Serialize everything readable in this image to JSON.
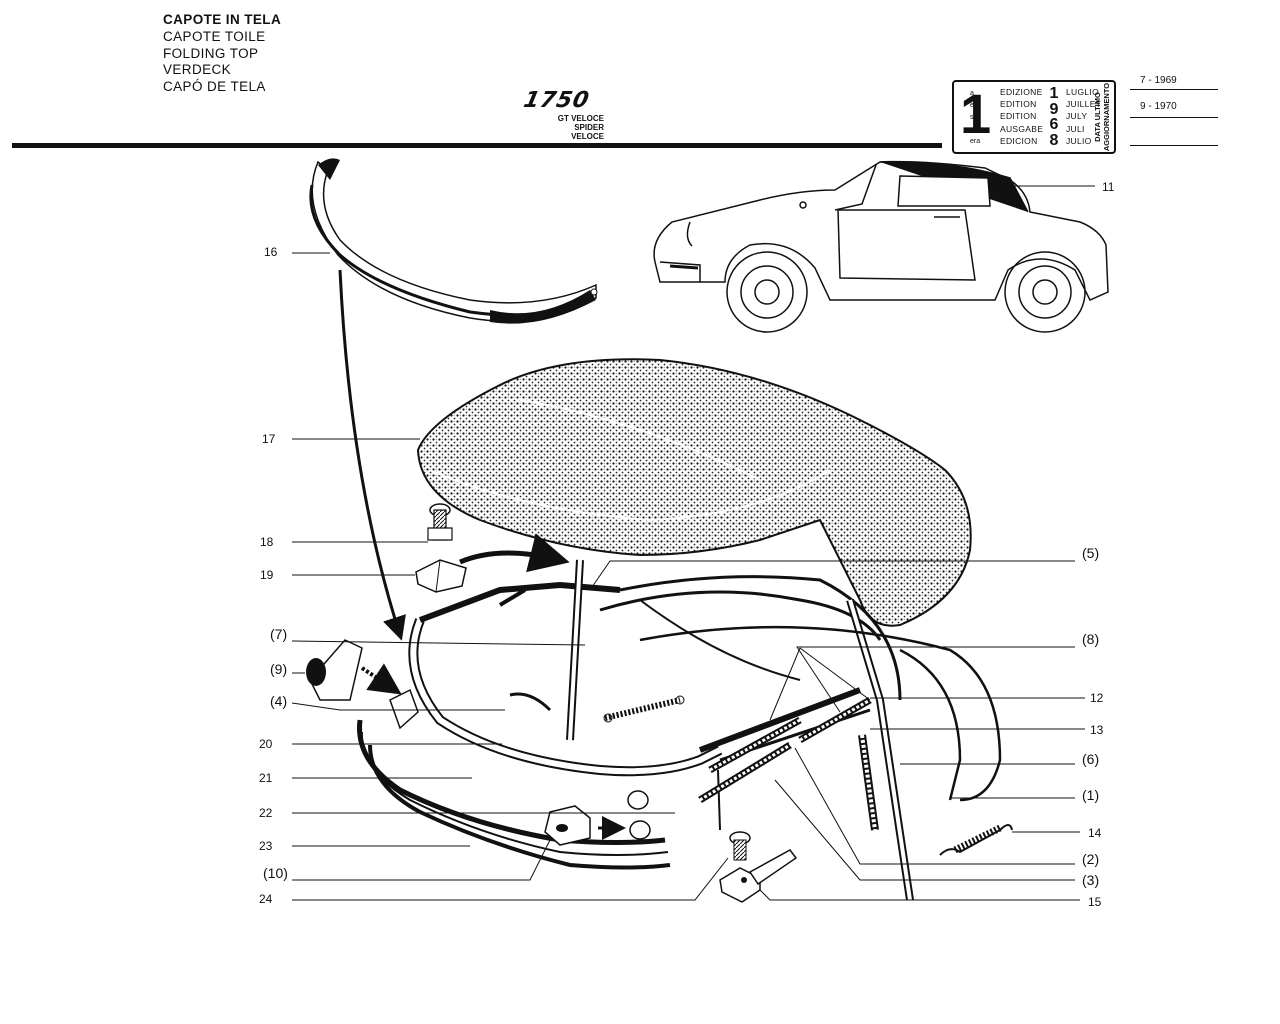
{
  "header": {
    "titles": [
      "CAPOTE IN TELA",
      "CAPOTE TOILE",
      "FOLDING TOP",
      "VERDECK",
      "CAPÓ DE TELA"
    ],
    "model": "1750",
    "variants": [
      "GT VELOCE",
      "SPIDER VELOCE"
    ]
  },
  "edition_box": {
    "number": "1",
    "suffixes": [
      "a",
      "ère",
      "st",
      ".",
      "era"
    ],
    "labels": [
      "EDIZIONE",
      "EDITION",
      "EDITION",
      "AUSGABE",
      "EDICION"
    ],
    "year": [
      "1",
      "9",
      "6",
      "8"
    ],
    "months": [
      "LUGLIO",
      "JUILLET",
      "JULY",
      "JULI",
      "JULIO"
    ],
    "update_label": "DATA ULTIMO AGGIORNAMENTO",
    "updates": [
      "7 - 1969",
      "9 - 1970"
    ]
  },
  "callouts": {
    "c16": "16",
    "c17": "17",
    "c18": "18",
    "c19": "19",
    "c7": "(7)",
    "c9": "(9)",
    "c4": "(4)",
    "c20": "20",
    "c21": "21",
    "c22": "22",
    "c23": "23",
    "c10": "(10)",
    "c24": "24",
    "c11": "11",
    "c5": "(5)",
    "c8": "(8)",
    "c12": "12",
    "c13": "13",
    "c6": "(6)",
    "c1": "(1)",
    "c14": "14",
    "c2": "(2)",
    "c3": "(3)",
    "c15": "15"
  }
}
